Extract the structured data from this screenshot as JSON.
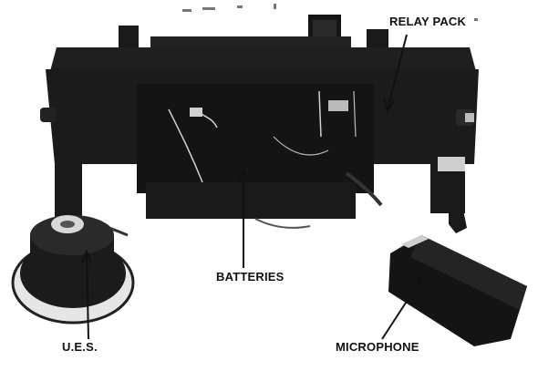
{
  "figure": {
    "labels": {
      "relay_pack": "RELAY PACK",
      "batteries": "BATTERIES",
      "ues": "U.E.S.",
      "microphone": "MICROPHONE"
    },
    "palette": {
      "ink": "#111111",
      "device_body": "#1c1c1c",
      "highlight": "#d9d9d9",
      "paper": "#ffffff"
    }
  }
}
